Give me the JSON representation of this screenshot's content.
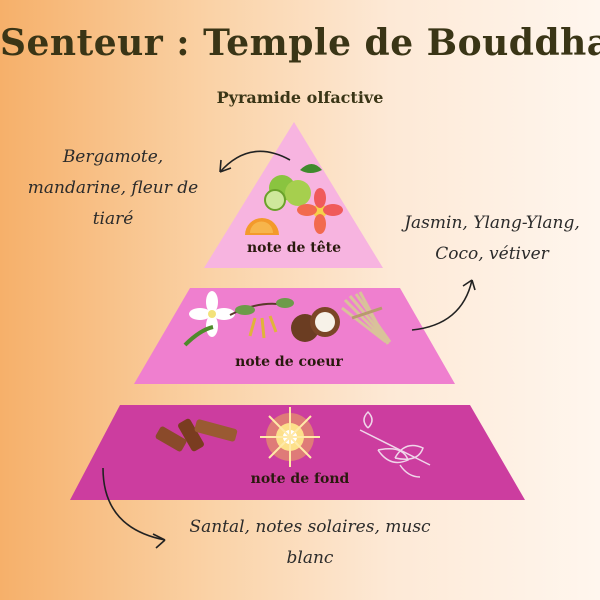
{
  "title": "Senteur : Temple de Bouddha",
  "subtitle": "Pyramide olfactive",
  "tiers": [
    {
      "label": "note de tête",
      "color": "#f7b4e0",
      "icons": [
        "orange-slice-icon",
        "lime-icon",
        "tiare-flower-icon"
      ]
    },
    {
      "label": "note de coeur",
      "color": "#ef7fcf",
      "icons": [
        "jasmine-icon",
        "ylang-ylang-icon",
        "coconut-icon",
        "vetiver-icon"
      ]
    },
    {
      "label": "note de fond",
      "color": "#cc3d9f",
      "icons": [
        "sandalwood-icon",
        "sun-icon",
        "white-musk-flower-icon"
      ]
    }
  ],
  "notes": {
    "top": "Bergamote, mandarine, fleur de tiaré",
    "heart": "Jasmin, Ylang-Ylang, Coco, vétiver",
    "base": "Santal, notes solaires, musc blanc"
  }
}
